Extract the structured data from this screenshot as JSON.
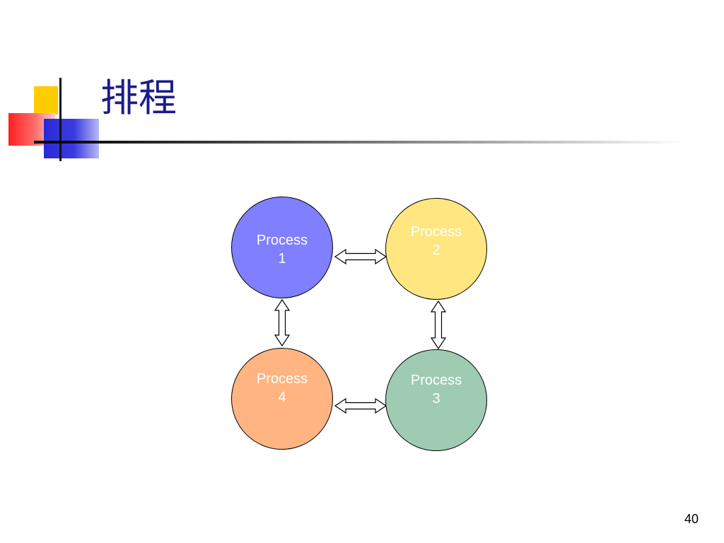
{
  "slide": {
    "title": "排程",
    "page_number": "40"
  },
  "diagram": {
    "nodes": [
      {
        "word": "Process",
        "number": "1",
        "color": "#7f7fff"
      },
      {
        "word": "Process",
        "number": "2",
        "color": "#ffe680"
      },
      {
        "word": "Process",
        "number": "3",
        "color": "#9ecbb2"
      },
      {
        "word": "Process",
        "number": "4",
        "color": "#ffb482"
      }
    ],
    "connections": [
      {
        "from": "Process 1",
        "to": "Process 2",
        "style": "double-arrow"
      },
      {
        "from": "Process 2",
        "to": "Process 3",
        "style": "double-arrow"
      },
      {
        "from": "Process 3",
        "to": "Process 4",
        "style": "double-arrow"
      },
      {
        "from": "Process 4",
        "to": "Process 1",
        "style": "double-arrow"
      }
    ]
  }
}
